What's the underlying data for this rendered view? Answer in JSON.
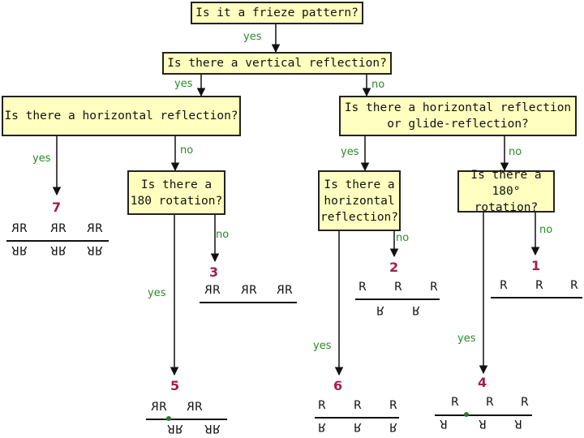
{
  "questions": {
    "frieze": "Is it a frieze pattern?",
    "vertical": "Is there a vertical reflection?",
    "horizontal_left": "Is there a horizontal reflection?",
    "horiz_or_glide_line1": "Is there a horizontal reflection",
    "horiz_or_glide_line2": "or glide-reflection?",
    "rot180_a_line1": "Is there a",
    "rot180_a_line2": "180 rotation?",
    "horizontal_b_line1": "Is there a",
    "horizontal_b_line2": "horizontal",
    "horizontal_b_line3": "reflection?",
    "rot180_b_line1": "Is there a",
    "rot180_b_line2": "180° rotation?"
  },
  "answers": {
    "yes": "yes",
    "no": "no"
  },
  "types": {
    "t7": "7",
    "t3": "3",
    "t5": "5",
    "t2": "2",
    "t1": "1",
    "t6": "6",
    "t4": "4"
  },
  "glyph": "R",
  "colors": {
    "box_fill": "#ffffc0",
    "yes_no": "#2a8a2a",
    "type_number": "#a0204a"
  }
}
